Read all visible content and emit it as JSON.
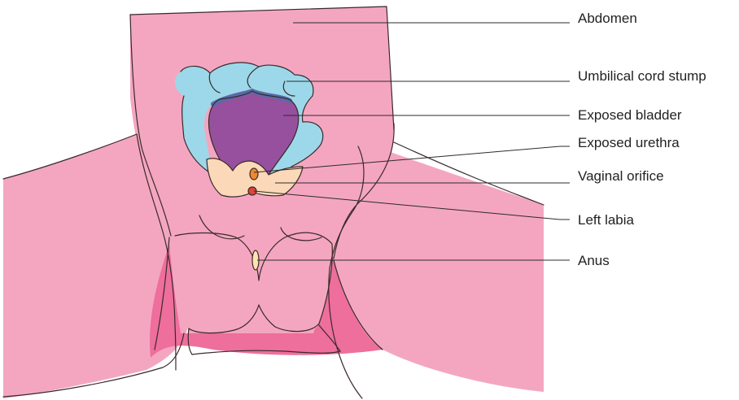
{
  "labels": {
    "abdomen": "Abdomen",
    "umbilical_cord_stump": "Umbilical cord stump",
    "exposed_bladder": "Exposed bladder",
    "exposed_urethra": "Exposed urethra",
    "vaginal_orifice": "Vaginal orifice",
    "left_labia": "Left labia",
    "anus": "Anus"
  },
  "colors": {
    "skin": "#f4a6c0",
    "skin_dark": "#ee6e9c",
    "umbilical": "#9cd8ea",
    "bladder": "#96509e",
    "bladder_edge": "#5a6aa8",
    "labia": "#fbd9b8",
    "urethra": "#f0882e",
    "vaginal": "#e2423a",
    "anus": "#fce3b0"
  }
}
